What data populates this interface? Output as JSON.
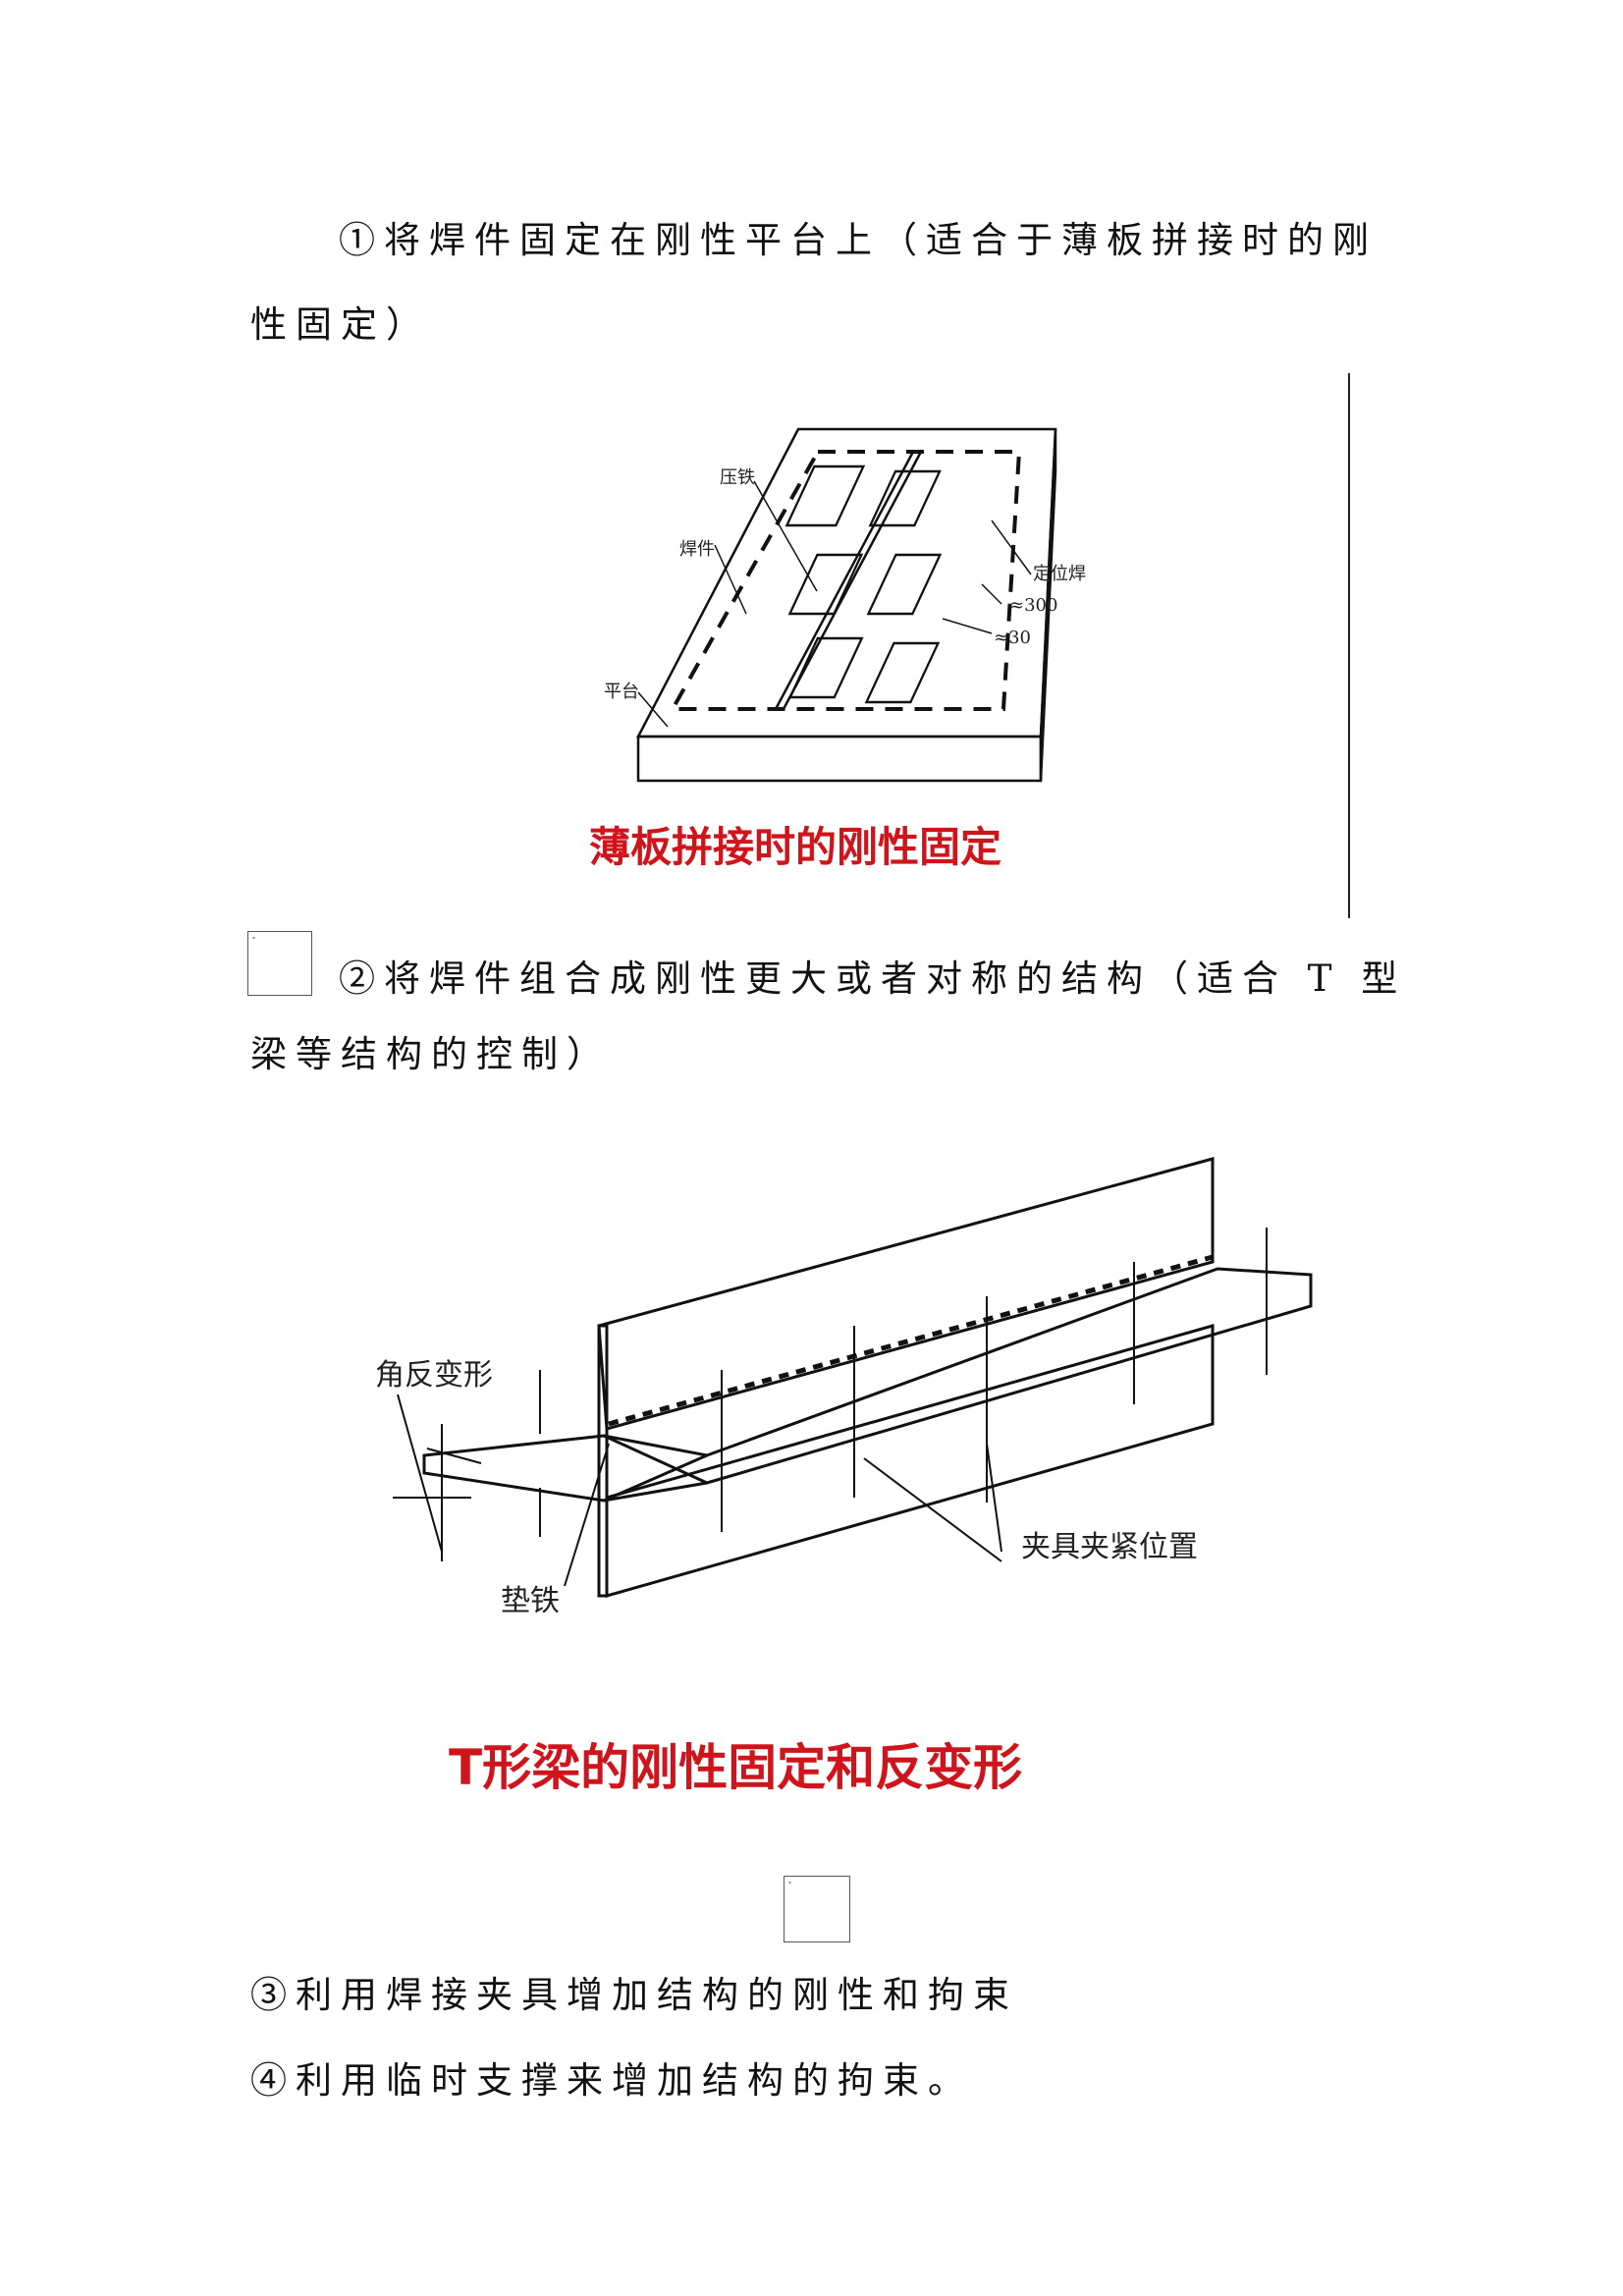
{
  "paragraphs": [
    {
      "line1": "①将焊件固定在刚性平台上（适合于薄板拼接时的刚",
      "line2": "性固定）"
    },
    {
      "line1": "②将焊件组合成刚性更大或者对称的结构（适合 T 型",
      "line2": "梁等结构的控制）"
    },
    {
      "line1": "③利用焊接夹具增加结构的刚性和拘束"
    },
    {
      "line1": "④利用临时支撑来增加结构的拘束。"
    }
  ],
  "figure1": {
    "caption": "薄板拼接时的刚性固定",
    "labels": {
      "press_iron": "压铁",
      "weldment": "焊件",
      "platform": "平台",
      "tack_weld": "定位焊",
      "dim_300": "≈300",
      "dim_30": "≈30"
    }
  },
  "figure2": {
    "caption": "T形梁的刚性固定和反变形",
    "labels": {
      "angular_reverse": "角反变形",
      "shim": "垫铁",
      "clamp_position": "夹具夹紧位置"
    }
  },
  "colors": {
    "caption": "#d0141c",
    "text": "#111111"
  }
}
